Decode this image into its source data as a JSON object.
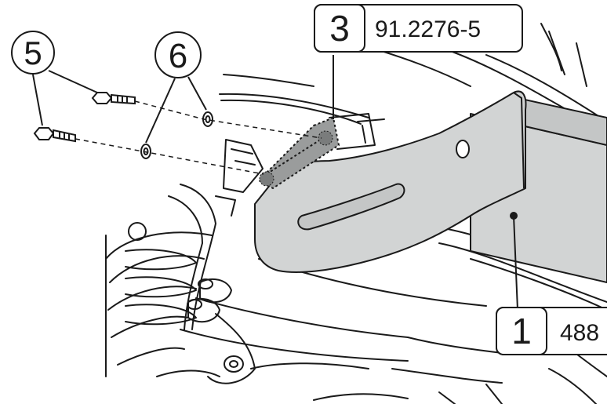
{
  "callouts": {
    "c3": {
      "number": "3",
      "part": "91.2276-5"
    },
    "c1": {
      "number": "1",
      "part": "488"
    },
    "c5": {
      "number": "5"
    },
    "c6": {
      "number": "6"
    }
  },
  "colors": {
    "line": "#1a1a1a",
    "bracket_fill": "#d2d4d4",
    "bracket_shade": "#c4c6c6",
    "callout_border": "#1a1a1a",
    "callout_fill": "#ffffff"
  },
  "icons": {
    "bolt": "hex-bolt-icon",
    "washer": "washer-icon"
  }
}
